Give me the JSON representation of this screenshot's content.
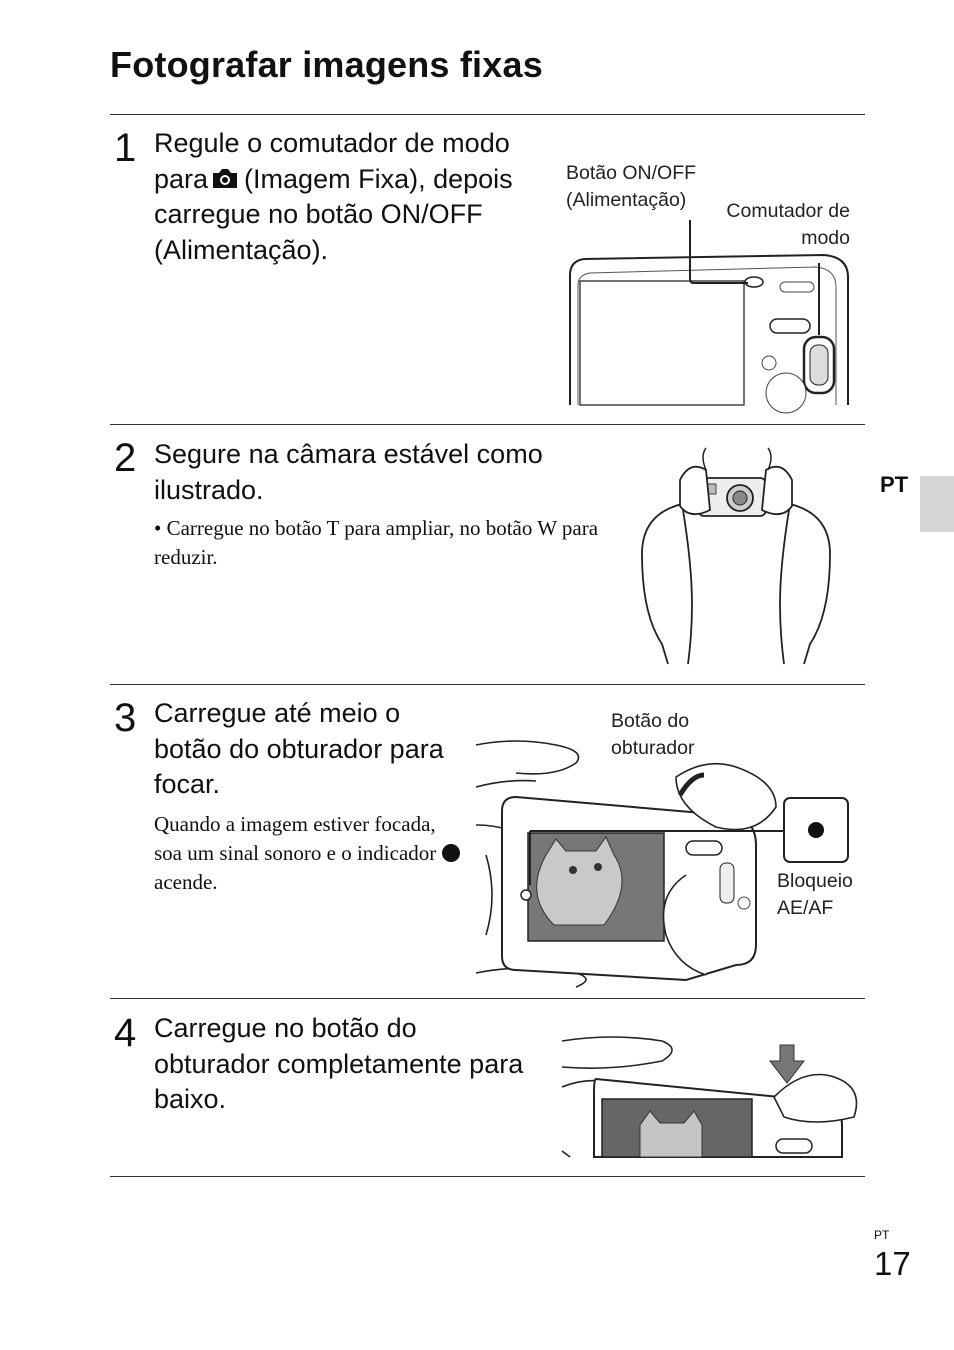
{
  "page": {
    "title": "Fotografar imagens fixas",
    "lang_tab": "PT",
    "footer_lang": "PT",
    "page_number": "17"
  },
  "steps": [
    {
      "number": "1",
      "text_before_icon": "Regule o comutador de modo para",
      "text_after_icon": "(Imagem Fixa), depois carregue no botão ON/OFF (Alimentação).",
      "icon": "camera-icon",
      "captions": [
        "Botão ON/OFF (Alimentação)",
        "Comutador de modo"
      ]
    },
    {
      "number": "2",
      "text": "Segure na câmara estável como ilustrado.",
      "note": "• Carregue no botão T para ampliar, no botão W para reduzir."
    },
    {
      "number": "3",
      "text": "Carregue até meio o botão do obturador para focar.",
      "note_before_icon": "Quando a imagem estiver focada, soa um sinal sonoro e o indicador",
      "note_after_icon": "acende.",
      "captions": [
        "Botão do obturador",
        "Bloqueio AE/AF"
      ]
    },
    {
      "number": "4",
      "text": "Carregue no botão do obturador completamente para baixo."
    }
  ]
}
